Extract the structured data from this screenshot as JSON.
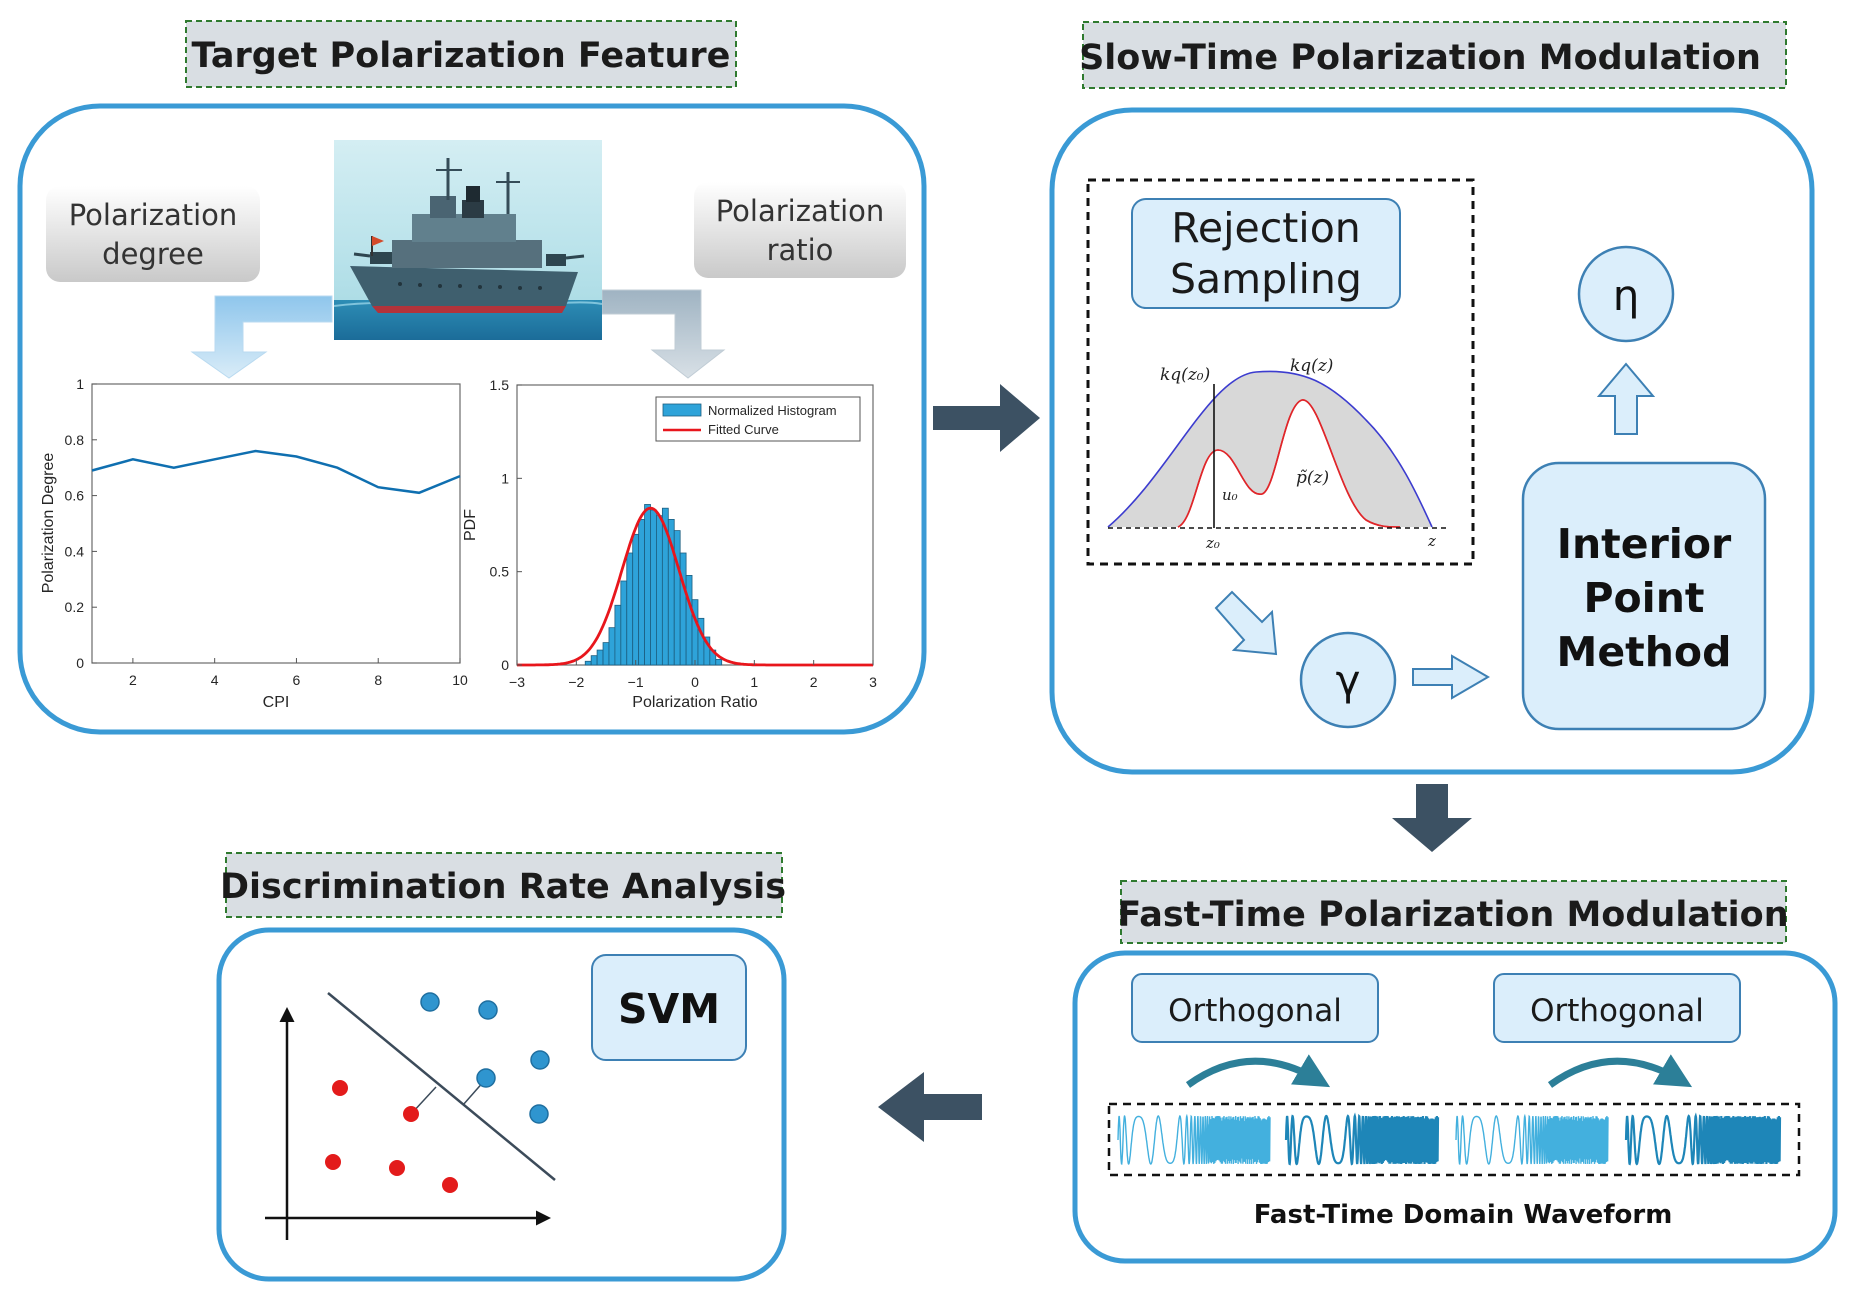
{
  "titles": {
    "target": "Target Polarization Feature",
    "slow": "Slow-Time Polarization Modulation",
    "fast": "Fast-Time Polarization Modulation",
    "discrimination": "Discrimination Rate Analysis"
  },
  "target_panel": {
    "left_tag": [
      "Polarization",
      "degree"
    ],
    "right_tag": [
      "Polarization",
      "ratio"
    ]
  },
  "slow_panel": {
    "rejection": [
      "Rejection",
      "Sampling"
    ],
    "gamma": "γ",
    "eta": "η",
    "interior": [
      "Interior",
      "Point",
      "Method"
    ],
    "plot_labels": {
      "kq_z0": "kq(z₀)",
      "kq_z": "kq(z)",
      "p_tilde": "p̃(z)",
      "u0": "u₀",
      "z0": "z₀",
      "z": "z"
    }
  },
  "fast_panel": {
    "orth_left": "Orthogonal",
    "orth_right": "Orthogonal",
    "caption": "Fast-Time Domain Waveform"
  },
  "discrimination_panel": {
    "svm": "SVM"
  },
  "colors": {
    "panel_border": "#3a9ad5",
    "title_bg": "#d9dee3",
    "title_dash": "#2f7a2f",
    "arrow_dark": "#3c5163",
    "box_fill": "#dbeefb",
    "box_stroke": "#3d80b4",
    "blue_dot": "#2f95cf",
    "red_dot": "#e31b1b",
    "line_series": "#0f6fb0",
    "hist_fill": "#2ea3d9",
    "fit_curve": "#e8161c"
  },
  "chart_data": [
    {
      "type": "line",
      "xlabel": "CPI",
      "ylabel": "Polarization Degree",
      "xlim": [
        1,
        10
      ],
      "ylim": [
        0,
        1
      ],
      "xticks": [
        2,
        4,
        6,
        8,
        10
      ],
      "yticks": [
        0,
        0.2,
        0.4,
        0.6,
        0.8,
        1
      ],
      "x": [
        1,
        2,
        3,
        4,
        5,
        6,
        7,
        8,
        9,
        10
      ],
      "y": [
        0.69,
        0.73,
        0.7,
        0.73,
        0.76,
        0.74,
        0.7,
        0.63,
        0.61,
        0.67
      ],
      "grid": false
    },
    {
      "type": "bar",
      "xlabel": "Polarization Ratio",
      "ylabel": "PDF",
      "xlim": [
        -3,
        3
      ],
      "ylim": [
        0,
        1.5
      ],
      "xticks": [
        -3,
        -2,
        -1,
        0,
        1,
        2,
        3
      ],
      "yticks": [
        0,
        0.5,
        1,
        1.5
      ],
      "legend": "top-right",
      "series": [
        {
          "name": "Normalized Histogram",
          "x": [
            -1.8,
            -1.7,
            -1.6,
            -1.5,
            -1.4,
            -1.3,
            -1.2,
            -1.1,
            -1.0,
            -0.9,
            -0.8,
            -0.7,
            -0.6,
            -0.5,
            -0.4,
            -0.3,
            -0.2,
            -0.1,
            0.0,
            0.1,
            0.2,
            0.3,
            0.4
          ],
          "values": [
            0.02,
            0.05,
            0.08,
            0.12,
            0.2,
            0.32,
            0.45,
            0.6,
            0.7,
            0.78,
            0.86,
            0.83,
            0.8,
            0.84,
            0.78,
            0.72,
            0.6,
            0.48,
            0.35,
            0.25,
            0.15,
            0.08,
            0.03
          ]
        },
        {
          "name": "Fitted Curve",
          "mean": -0.75,
          "std": 0.48,
          "peak": 0.84
        }
      ]
    }
  ]
}
